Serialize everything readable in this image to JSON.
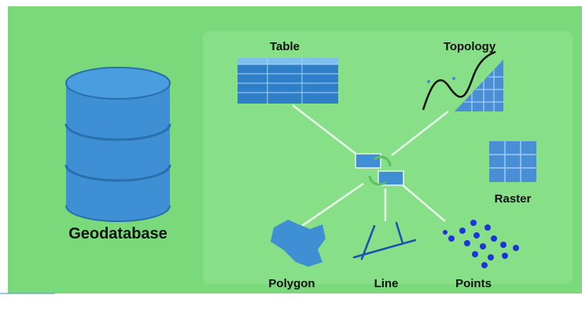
{
  "colors": {
    "background": "#79d97b",
    "panel": "#8be08c",
    "cylinder": "#3e8fd3",
    "cylinder_dark": "#2a6fae",
    "icon_blue": "#2f7ec8",
    "point_blue": "#1c35d6",
    "connector": "#e8f7e8",
    "text": "#111111"
  },
  "labels": {
    "geodatabase": "Geodatabase",
    "table": "Table",
    "topology": "Topology",
    "raster": "Raster",
    "polygon": "Polygon",
    "line": "Line",
    "points": "Points"
  },
  "icons": {
    "database": "database-cylinder-icon",
    "table": "table-grid-icon",
    "topology": "topology-curve-icon",
    "raster": "raster-grid-icon",
    "polygon": "polygon-shape-icon",
    "line": "line-segments-icon",
    "points": "point-cloud-icon",
    "hub": "sync-exchange-icon"
  }
}
